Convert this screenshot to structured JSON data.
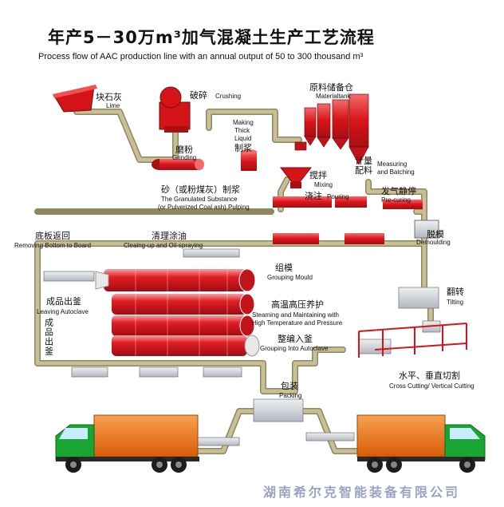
{
  "title_cn": "年产5－30万m³加气混凝土生产工艺流程",
  "title_en": "Process flow of AAC production line with an annual output of 50 to 300 thousand m³",
  "company": "湖南希尔克智能装备有限公司",
  "colors": {
    "pipe": "#c8bf96",
    "pipe_edge": "#8f8760",
    "equip": "#e0161c",
    "equip_dark": "#a80f14",
    "truck_cab": "#19a531",
    "truck_box": "#f07818"
  },
  "steps": {
    "lime": {
      "cn": "块石灰",
      "en": "Lime"
    },
    "crushing": {
      "cn": "破碎",
      "en": "Crushing"
    },
    "material_tank": {
      "cn": "原料储备仓",
      "en": "Materialtank"
    },
    "thick_liquid": {
      "en1": "Making",
      "en2": "Thick",
      "en3": "Liquid",
      "cn": "制浆"
    },
    "grinding": {
      "cn": "磨粉",
      "en": "Grinding"
    },
    "measuring": {
      "cn1": "计量",
      "cn2": "配料",
      "en1": "Measuring",
      "en2": "and Batching"
    },
    "mixing": {
      "cn": "搅拌",
      "en": "Mixing"
    },
    "pouring": {
      "cn": "浇注",
      "en": "Pouring"
    },
    "sand_pulping": {
      "cn": "砂（或粉煤灰）制浆",
      "en1": "The Granulated Substance",
      "en2": "(or Pulverized Coal ash) Pulping"
    },
    "pre_curing": {
      "cn": "发气静停",
      "en": "Pre-curing"
    },
    "demoulding": {
      "cn": "脱模",
      "en": "Demoulding"
    },
    "removing_board": {
      "cn": "底板返回",
      "en": "Removing Bottom to Board"
    },
    "cleaning": {
      "cn": "清理涂油",
      "en": "Cleaing-up and Oil-spraying"
    },
    "grouping_mould": {
      "cn": "组模",
      "en": "Grouping Mould"
    },
    "leaving_autoclave": {
      "cn": "成品出釜",
      "en": "Leaving Autoclave"
    },
    "leaving_vertical": {
      "cn": "成品出釜"
    },
    "steaming": {
      "cn": "高温高压养护",
      "en1": "Steaming and Maintaining with",
      "en2": "High Temperature and Pressure"
    },
    "tilting": {
      "cn": "翻转",
      "en": "Tilting"
    },
    "grouping_autoclave": {
      "cn": "整编入釜",
      "en": "Grouping Into Autoclave"
    },
    "cutting": {
      "cn": "水平、垂直切割",
      "en": "Cross Cutting/ Vertical Cutting"
    },
    "packing": {
      "cn": "包装",
      "en": "Packing"
    }
  }
}
